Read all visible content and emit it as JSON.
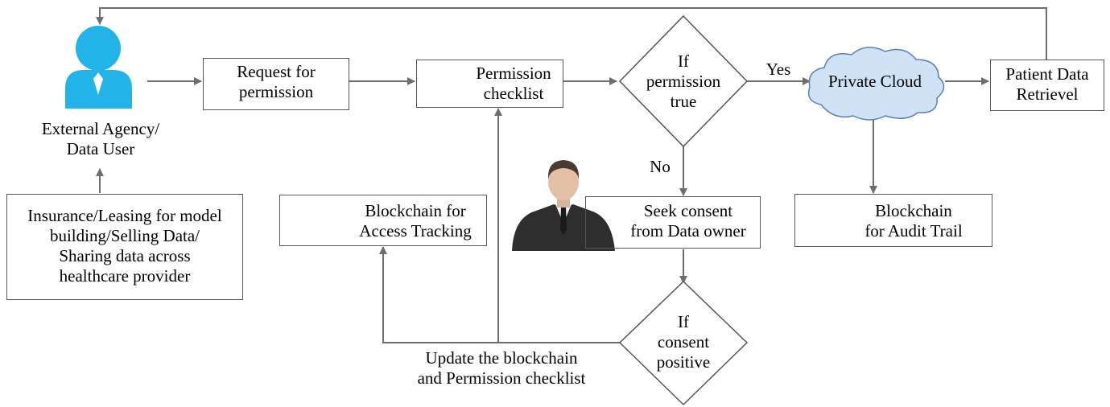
{
  "diagram": {
    "agent": {
      "label_line1": "External Agency/",
      "label_line2": "Data User"
    },
    "use_cases": {
      "line1": "Insurance/Leasing for model",
      "line2": "building/Selling Data/",
      "line3": "Sharing data across",
      "line4": "healthcare provider"
    },
    "request": {
      "line1": "Request for",
      "line2": "permission"
    },
    "checklist": {
      "line1": "Permission",
      "line2": "checklist",
      "icon": "checklist-icon"
    },
    "decision_permission": {
      "line1": "If",
      "line2": "permission",
      "line3": "true"
    },
    "yes_label": "Yes",
    "no_label": "No",
    "cloud": {
      "label": "Private Cloud",
      "icon": "cloud-shape"
    },
    "retrieval": {
      "line1": "Patient Data",
      "line2": "Retrievel"
    },
    "blockchain_access": {
      "line1": "Blockchain for",
      "line2": "Access Tracking",
      "icon": "blockchain-icon"
    },
    "seek_consent": {
      "line1": "Seek consent",
      "line2": "from Data owner",
      "icon": "data-owner-icon"
    },
    "blockchain_audit": {
      "line1": "Blockchain",
      "line2": "for Audit Trail",
      "icon": "blockchain-icon"
    },
    "decision_consent": {
      "line1": "If",
      "line2": "consent",
      "line3": "positive"
    },
    "update": {
      "line1": "Update the blockchain",
      "line2": "and Permission checklist"
    },
    "colors": {
      "arrow": "#6d6d6d",
      "user_blue": "#22b4e8",
      "checklist_green": "#6f9a3c",
      "blockchain_red": "#e0303e",
      "cloud_fill": "#cfe2f6",
      "cloud_stroke": "#5a7fb0"
    }
  }
}
